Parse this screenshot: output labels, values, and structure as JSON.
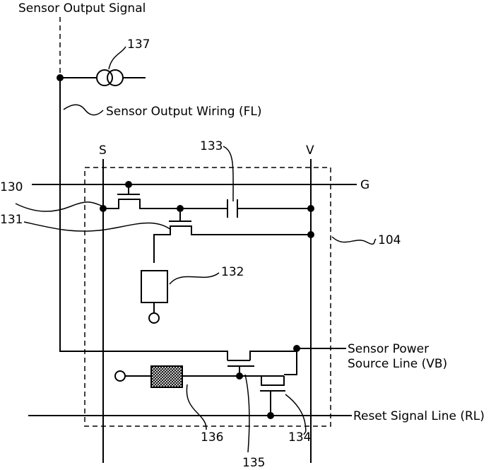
{
  "labels": {
    "sensor_output_signal": "Sensor Output Signal",
    "ref_137": "137",
    "sensor_output_wiring": "Sensor Output Wiring (FL)",
    "line_s": "S",
    "ref_133": "133",
    "line_v": "V",
    "ref_130": "130",
    "line_g": "G",
    "ref_131": "131",
    "ref_104": "104",
    "ref_132": "132",
    "sensor_power_line_1": "Sensor Power",
    "sensor_power_line_2": "Source Line (VB)",
    "reset_signal_line": "Reset Signal Line (RL)",
    "ref_136": "136",
    "ref_135": "135",
    "ref_134": "134"
  },
  "colors": {
    "stroke": "#000000",
    "background": "#ffffff",
    "photodiode_fill": "#888888"
  }
}
